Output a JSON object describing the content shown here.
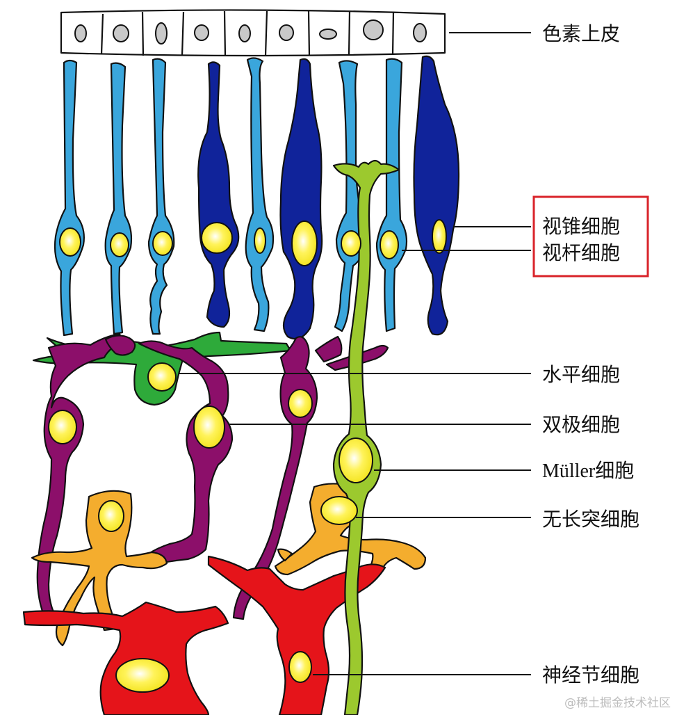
{
  "labels": {
    "pigment_epithelium": "色素上皮",
    "cone_cell": "视锥细胞",
    "rod_cell": "视杆细胞",
    "horizontal_cell": "水平细胞",
    "bipolar_cell": "双极细胞",
    "muller_cell": "Müller细胞",
    "amacrine_cell": "无长突细胞",
    "ganglion_cell": "神经节细胞"
  },
  "watermark": "@稀土掘金技术社区",
  "colors": {
    "rod": "#3aa6dc",
    "cone": "#10239a",
    "horizontal": "#2eaa3a",
    "bipolar": "#8c0f6a",
    "muller": "#9cc92e",
    "amacrine": "#f4ad2e",
    "ganglion": "#e5141a",
    "nucleus": "#fff35a",
    "highlight_box": "#d9232a"
  }
}
